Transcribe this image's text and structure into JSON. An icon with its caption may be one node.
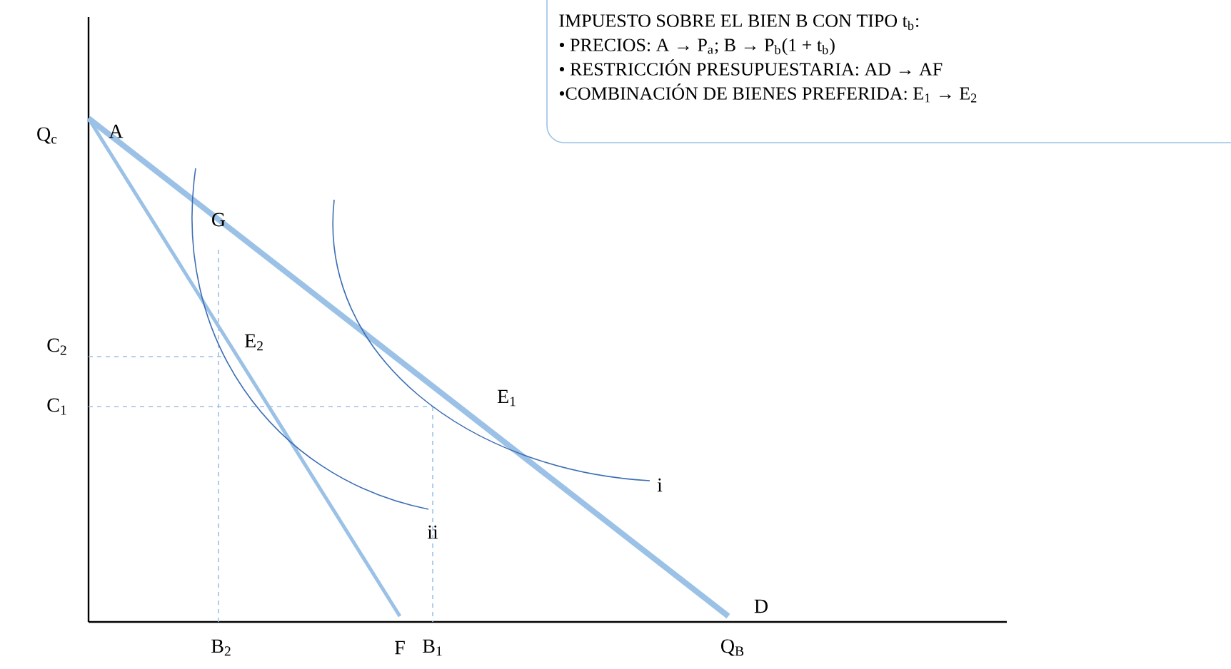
{
  "diagram": {
    "nodes": [
      {
        "text": [
          "IMPUESTO SOBRE EL BIEN B CON TIPO t$_{b}$:",
          "• PRECIOS: A → P$_{a}$; B → P$_{b}$(1 + t$_{b}$)",
          "• RESTRICCIÓN PRESUPUESTARIA: AD → AF",
          "•COMBINACIÓN DE BIENES PREFERIDA: E$_{1}$ → E$_{2}$"
        ]
      }
    ],
    "labels": [
      "Q$_{c}$",
      "A",
      "G",
      "C$_{2}$",
      "E$_{2}$",
      "C$_{1}$",
      "E$_{1}$",
      "i",
      "ii",
      "D",
      "B$_{2}$",
      "F",
      "B$_{1}$",
      "Q$_{B}$"
    ]
  }
}
